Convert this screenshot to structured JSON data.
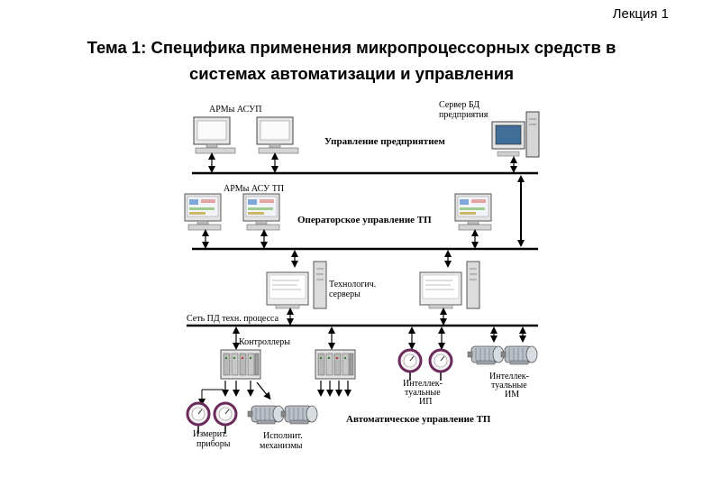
{
  "slide": {
    "number_label": "Лекция 1",
    "title_line1": "Тема 1: Специфика применения микропроцессорных средств в",
    "title_line2": "системах автоматизации и управления"
  },
  "diagram": {
    "arms_asup": "АРМы АСУП",
    "db_server_line1": "Сервер БД",
    "db_server_line2": "предприятия",
    "level_enterprise": "Управление предприятием",
    "arms_asu_tp": "АРМы АСУ ТП",
    "level_operator": "Операторское управление ТП",
    "tech_servers_line1": "Технологич.",
    "tech_servers_line2": "серверы",
    "process_network": "Сеть ПД техн. процесса",
    "controllers": "Контроллеры",
    "smart_ip_line1": "Интеллек-",
    "smart_ip_line2": "туальные",
    "smart_ip_line3": "ИП",
    "smart_im_line1": "Интеллек-",
    "smart_im_line2": "туальные",
    "smart_im_line3": "ИМ",
    "meas_line1": "Измерит.",
    "meas_line2": "приборы",
    "exec_line1": "Исполнит.",
    "exec_line2": "механизмы",
    "level_auto": "Автоматическое управление ТП"
  }
}
